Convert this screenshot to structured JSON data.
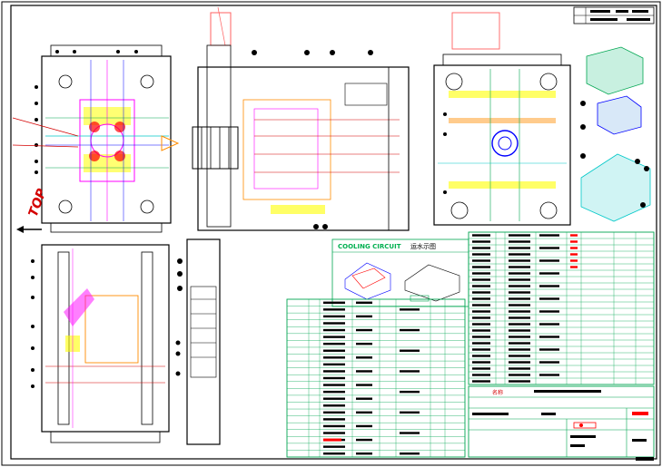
{
  "top_marker": "TOP",
  "cooling_title": "COOLING CIRCUIT",
  "cooling_title_cn": "运水示图",
  "titleblock_label": "名称",
  "colors": {
    "frame": "#000000",
    "table_green": "#00a651",
    "top_red": "#d40000",
    "cooling_label": "#00b050",
    "magenta": "#ff00ff",
    "yellow": "#ffff00",
    "cyan": "#00c8c8",
    "red": "#ff0000",
    "blue": "#0000ff",
    "orange": "#ff8c00"
  }
}
